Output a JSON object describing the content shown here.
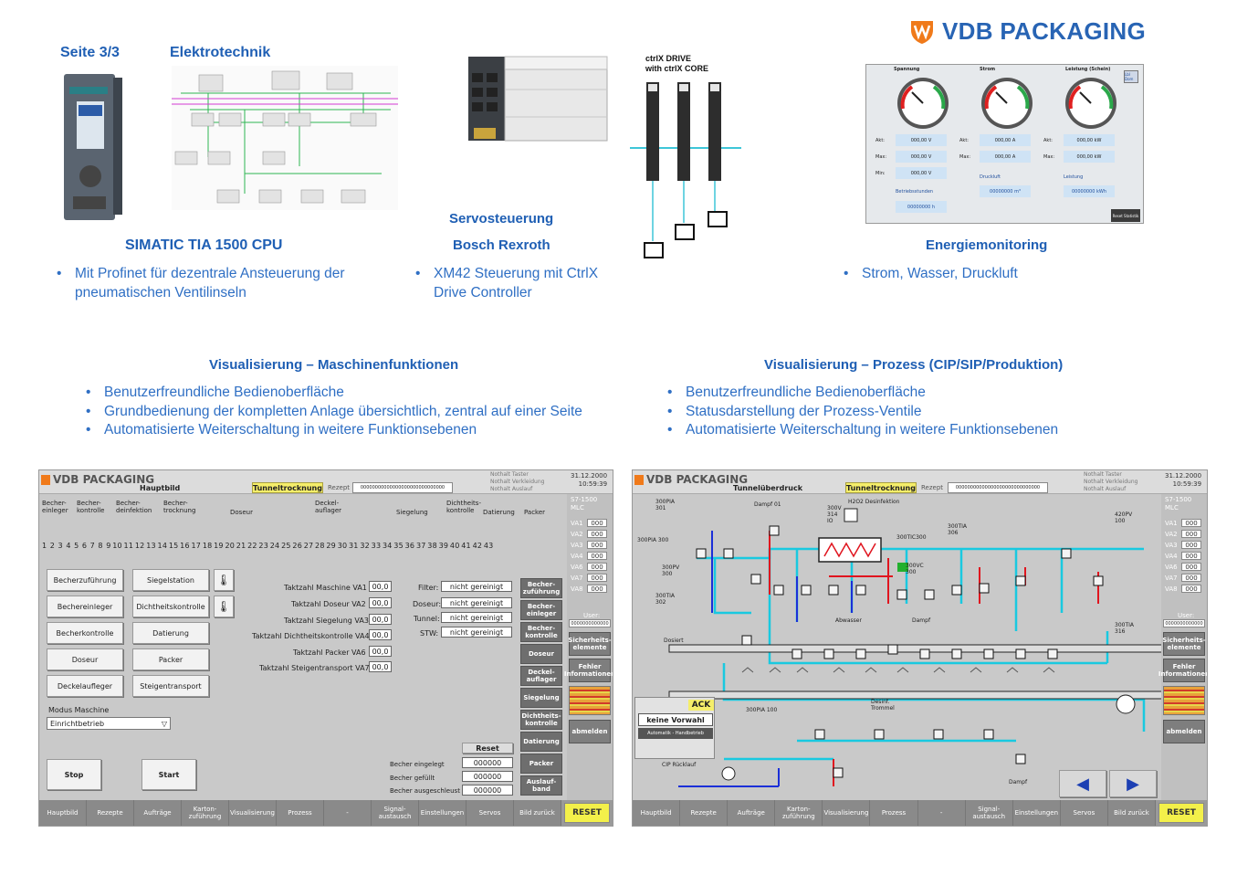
{
  "brand": {
    "name": "VDB PACKAGING"
  },
  "page": {
    "label": "Seite 3/3",
    "section": "Elektrotechnik"
  },
  "col1": {
    "title": "SIMATIC TIA 1500 CPU",
    "bullets": [
      "Mit Profinet für dezentrale Ansteuerung der pneumatischen Ventilinseln"
    ]
  },
  "col2": {
    "title1": "Servosteuerung",
    "title2": "Bosch Rexroth",
    "bullets": [
      "XM42 Steuerung mit CtrlX Drive Controller"
    ],
    "ctrlx_line1": "ctrlX DRIVE",
    "ctrlx_line2": "with ctrlX CORE"
  },
  "col3": {
    "title": "Energiemonitoring",
    "bullets": [
      "Strom, Wasser, Druckluft"
    ]
  },
  "energy": {
    "gauges": [
      "Spannung",
      "Strom",
      "Leistung (Schein)"
    ],
    "btn": "Lbl Dom",
    "rows": [
      {
        "label": "Akt:",
        "v1": "000,00  V",
        "l2": "Akt:",
        "v2": "000,00  A",
        "l3": "Akt:",
        "v3": "000,00  kW"
      },
      {
        "label": "Max:",
        "v1": "000,00  V",
        "l2": "Max:",
        "v2": "000,00  A",
        "l3": "Max:",
        "v3": "000,00  kW"
      },
      {
        "label": "Min:",
        "v1": "000,00  V"
      }
    ],
    "druckluft": "Druckluft",
    "druckluft_val": "00000000 m³",
    "leistung": "Leistung",
    "leistung_val": "00000000 kWh",
    "betrieb": "Betriebsstunden",
    "betrieb_val": "00000000 h",
    "reset": "Reset Statistik"
  },
  "vis1": {
    "title": "Visualisierung – Maschinenfunktionen",
    "bullets": [
      "Benutzerfreundliche Bedienoberfläche",
      "Grundbedienung der kompletten Anlage übersichtlich, zentral auf einer Seite",
      "Automatisierte Weiterschaltung in weitere Funktionsebenen"
    ]
  },
  "vis2": {
    "title": "Visualisierung – Prozess (CIP/SIP/Produktion)",
    "bullets": [
      "Benutzerfreundliche Bedienoberfläche",
      "Statusdarstellung der Prozess-Ventile",
      "Automatisierte Weiterschaltung in weitere Funktionsebenen"
    ]
  },
  "hmi1": {
    "screen": "Hauptbild",
    "status": "Tunneltrocknung",
    "rezept_label": "Rezept",
    "rezept_val": "00000000000000000000000000000",
    "notaus": [
      "Nothalt Taster",
      "Nothalt Verkleidung",
      "Nothalt Auslauf"
    ],
    "date": "31.12.2000",
    "time": "10:59:39",
    "stations": [
      "Becher-\neinleger",
      "Becher-\nkontrolle",
      "Becher-\ndeinfektion",
      "Becher-\ntrocknung",
      "Doseur",
      "Deckel-\nauflager",
      "Siegelung",
      "Dichtheits-\nkontrolle",
      "Datierung",
      "Packer"
    ],
    "ruler": "1  2  3  4  5  6  7  8  9 10 11 12 13 14 15 16 17 18 19 20 21 22 23 24 25 26 27 28 29 30 31 32 33 34 35 36 37 38 39 40 41 42 43",
    "buttons_left": [
      "Becherzuführung",
      "Bechereinleger",
      "Becherkontrolle",
      "Doseur",
      "Deckelaufleger"
    ],
    "buttons_mid": [
      "Siegelstation",
      "Dichtheitskontrolle",
      "Datierung",
      "Packer",
      "Steigentransport"
    ],
    "takt": [
      {
        "label": "Taktzahl Maschine VA1 :",
        "val": "00,0"
      },
      {
        "label": "Taktzahl Doseur VA2 :",
        "val": "00,0"
      },
      {
        "label": "Taktzahl Siegelung VA3 :",
        "val": "00,0"
      },
      {
        "label": "Taktzahl Dichtheitskontrolle VA4 :",
        "val": "00,0"
      },
      {
        "label": "Taktzahl Packer VA6 :",
        "val": "00,0"
      },
      {
        "label": "Taktzahl Steigentransport VA7 :",
        "val": "00,0"
      }
    ],
    "filter": [
      {
        "label": "Filter:",
        "val": "nicht gereinigt"
      },
      {
        "label": "Doseur:",
        "val": "nicht gereinigt"
      },
      {
        "label": "Tunnel:",
        "val": "nicht gereinigt"
      },
      {
        "label": "STW:",
        "val": "nicht gereinigt"
      }
    ],
    "dark_buttons": [
      "Becher-\nzuführung",
      "Becher-\neinleger",
      "Becher-\nkontrolle",
      "Doseur",
      "Deckel-\nauflager",
      "Siegelung",
      "Dichtheits-\nkontrolle",
      "Datierung",
      "Packer",
      "Auslauf-\nband"
    ],
    "modus_label": "Modus Maschine",
    "modus_val": "Einrichtbetrieb",
    "stop": "Stop",
    "start": "Start",
    "reset_label": "Reset",
    "counters": [
      {
        "label": "Becher eingelegt",
        "val": "000000"
      },
      {
        "label": "Becher gefüllt",
        "val": "000000"
      },
      {
        "label": "Becher ausgeschleust",
        "val": "000000"
      }
    ],
    "side": {
      "plc": "S7-1500\nMLC",
      "va": [
        "VA1",
        "VA2",
        "VA3",
        "VA4",
        "VA6",
        "VA7",
        "VA8"
      ],
      "va_val": "000",
      "user_label": "User:",
      "user_val": "0000000000000",
      "btn1": "Sicherheits-\nelemente",
      "btn2": "Fehler\nInformationen",
      "btn3": "abmelden"
    },
    "nav": [
      "Hauptbild",
      "Rezepte",
      "Aufträge",
      "Karton-\nzuführung",
      "Visualisierung",
      "Prozess",
      "-",
      "Signal-\naustausch",
      "Einstellungen",
      "Servos",
      "Bild zurück"
    ],
    "reset": "RESET"
  },
  "hmi2": {
    "screen": "Tunnelüberdruck",
    "status": "Tunneltrocknung",
    "rezept_label": "Rezept",
    "rezept_val": "00000000000000000000000000000",
    "notaus": [
      "Nothalt Taster",
      "Nothalt Verkleidung",
      "Nothalt Auslauf"
    ],
    "date": "31.12.2000",
    "time": "10:59:39",
    "labels": [
      "300PIA 301",
      "Dampf 01",
      "300V 314 IO",
      "H2O2 Desinfektion",
      "300TIA 306",
      "420PV 100",
      "300PIA 300",
      "300PV 300",
      "300TIA 302",
      "300TIC300",
      "300VC 300",
      "Dosiert",
      "Abwasser",
      "Dampf",
      "300TIA 316",
      "Desinf. Trommel",
      "300PIA 100",
      "CIP Rücklauf",
      "Dampf"
    ],
    "ack": "ACK",
    "keine_vorwahl": "keine Vorwahl",
    "auto_hand": "Automatik - Handbetrieb",
    "side": {
      "plc": "S7-1500\nMLC",
      "va": [
        "VA1",
        "VA2",
        "VA3",
        "VA4",
        "VA6",
        "VA7",
        "VA8"
      ],
      "va_val": "000",
      "user_label": "User:",
      "user_val": "0000000000000",
      "btn1": "Sicherheits-\nelemente",
      "btn2": "Fehler\nInformationen",
      "btn3": "abmelden"
    },
    "nav": [
      "Hauptbild",
      "Rezepte",
      "Aufträge",
      "Karton-\nzuführung",
      "Visualisierung",
      "Prozess",
      "-",
      "Signal-\naustausch",
      "Einstellungen",
      "Servos",
      "Bild zurück"
    ],
    "reset": "RESET",
    "colors": {
      "pipe": "#19c9e0",
      "red": "#e0141e",
      "blue": "#1b2fd8",
      "green": "#22b02e"
    }
  }
}
